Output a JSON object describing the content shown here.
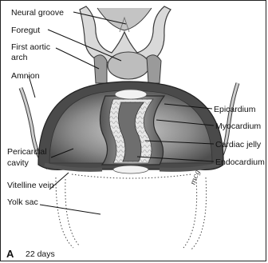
{
  "labels": {
    "neural_groove": "Neural groove",
    "foregut": "Foregut",
    "first_aortic_arch_line1": "First aortic",
    "first_aortic_arch_line2": "arch",
    "amnion": "Amnion",
    "pericardial_cavity_line1": "Pericardial",
    "pericardial_cavity_line2": "cavity",
    "vitelline_vein": "Vitelline vein",
    "yolk_sac": "Yolk sac",
    "epicardium": "Epicardium",
    "myocardium": "Myocardium",
    "cardiac_jelly": "Cardiac jelly",
    "endocardium": "Endocardium"
  },
  "panel": {
    "letter": "A",
    "caption": "22 days"
  },
  "signature": "mcg",
  "colors": {
    "outline": "#3a3a3a",
    "dark_wall": "#4a4a4a",
    "mid_gray": "#8c8c8c",
    "light_gray": "#cfcfcf",
    "jelly": "#e6e6e6"
  }
}
